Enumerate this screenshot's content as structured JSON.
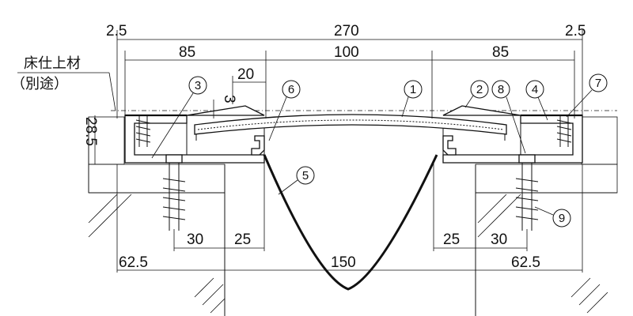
{
  "dimensions": {
    "top_left_margin": "2.5",
    "top_right_margin": "2.5",
    "overall_width": "270",
    "left_flange": "85",
    "center_cover": "100",
    "right_flange": "85",
    "slope_width": "20",
    "step_height": "3",
    "frame_height": "28.5",
    "left_anchor_offset": "30",
    "left_gap": "25",
    "right_gap": "25",
    "right_anchor_offset": "30",
    "bottom_left": "62.5",
    "bottom_center": "150",
    "bottom_right": "62.5"
  },
  "annotations": {
    "floor_finish_line1": "床仕上材",
    "floor_finish_line2": "（別途）"
  },
  "parts": {
    "p1": "1",
    "p2": "2",
    "p3": "3",
    "p4": "4",
    "p5": "5",
    "p6": "6",
    "p7": "7",
    "p8": "8",
    "p9": "9"
  }
}
